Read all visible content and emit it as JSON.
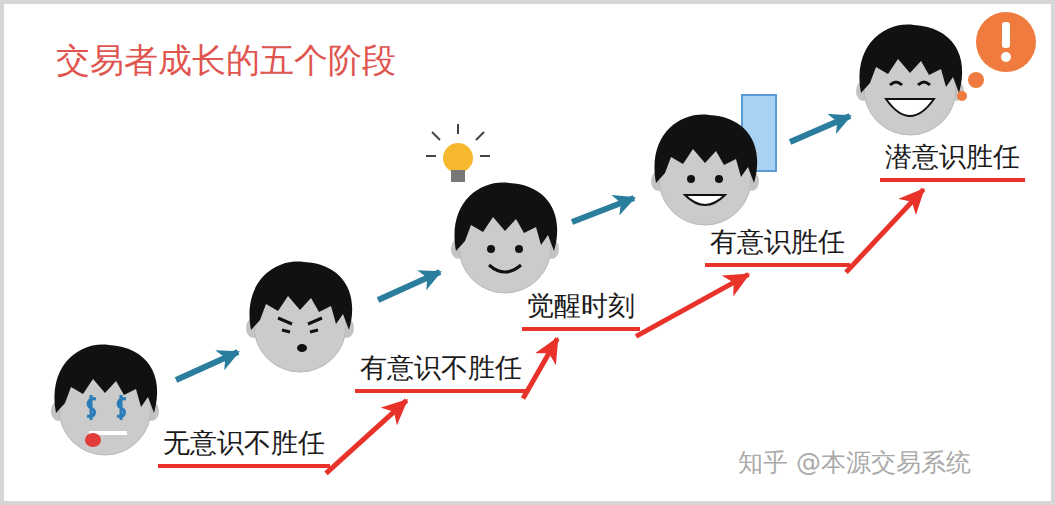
{
  "diagram": {
    "title": "交易者成长的五个阶段",
    "nodes": [
      {
        "text": [
          "无意识不胜任"
        ]
      },
      {
        "text": [
          "有意识不胜任"
        ]
      },
      {
        "text": [
          "觉醒时刻"
        ]
      },
      {
        "text": [
          "有意识胜任"
        ]
      },
      {
        "text": [
          "潜意识胜任"
        ]
      }
    ],
    "edges": [
      {
        "from": 0,
        "to": 1,
        "arrow": "to"
      },
      {
        "from": 1,
        "to": 2,
        "arrow": "to"
      },
      {
        "from": 2,
        "to": 3,
        "arrow": "to"
      },
      {
        "from": 3,
        "to": 4,
        "arrow": "to"
      }
    ],
    "labels": [
      "知乎 @本源交易系统"
    ]
  }
}
